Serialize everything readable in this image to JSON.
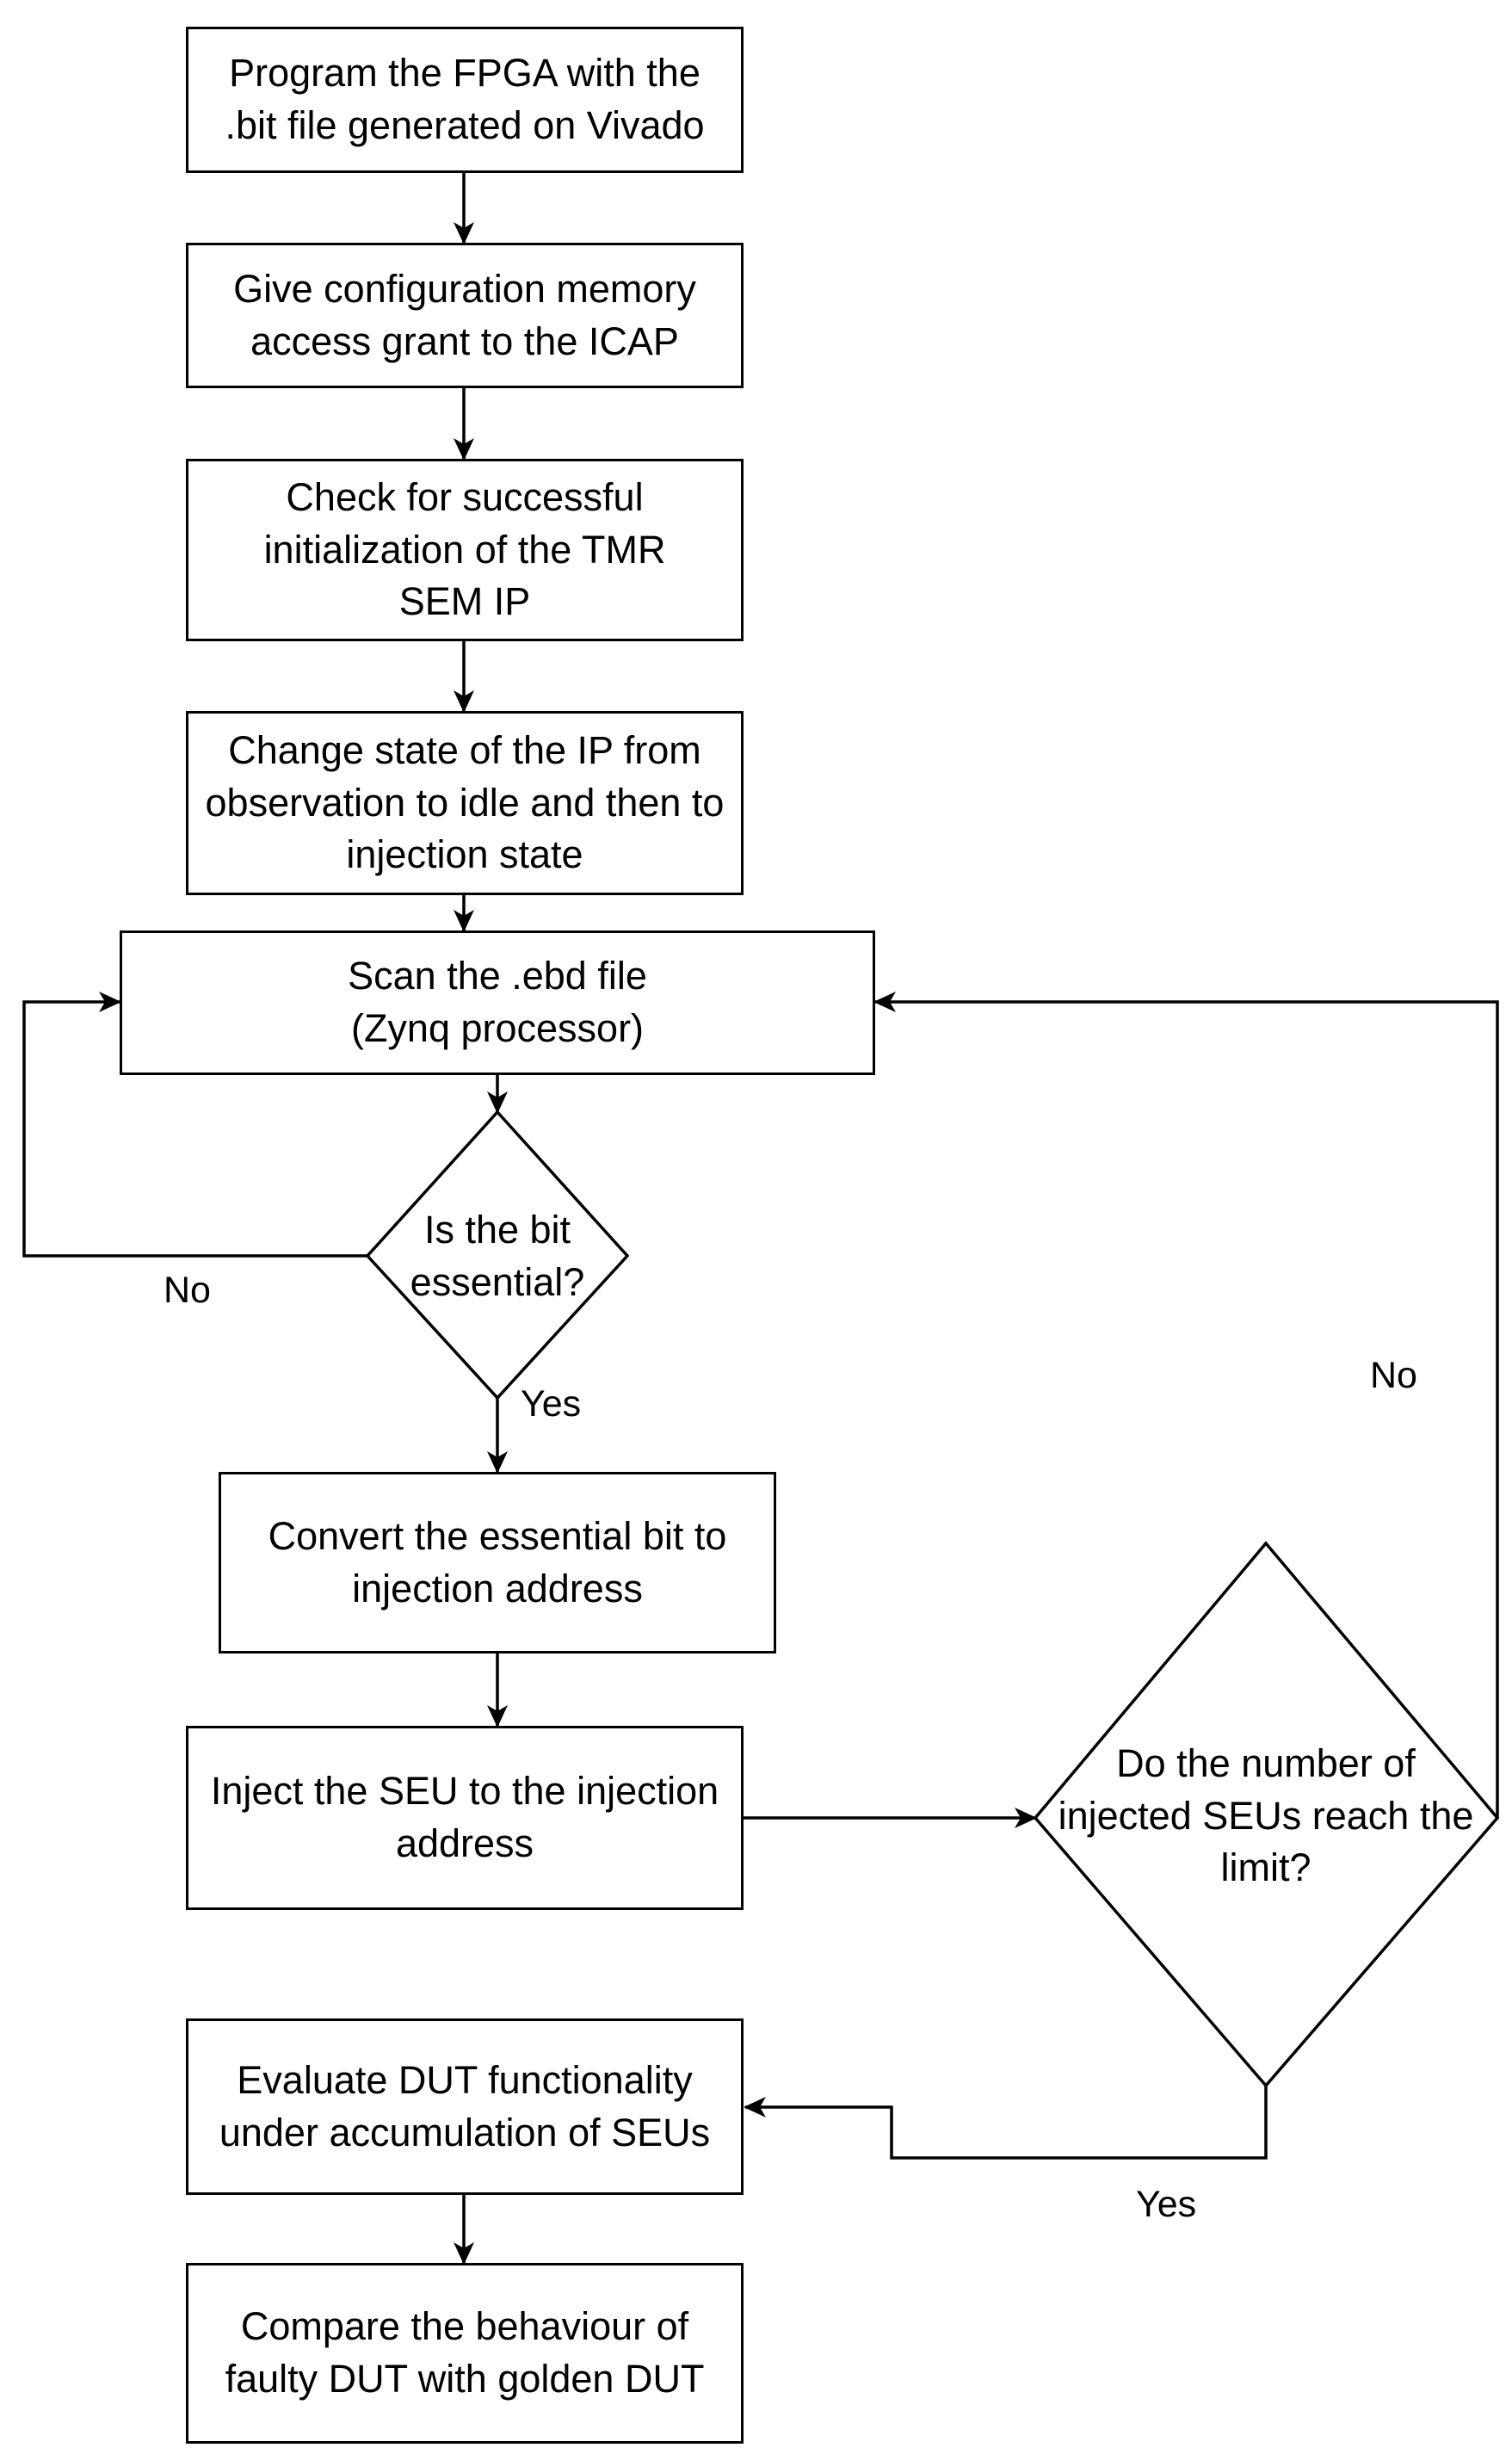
{
  "steps": {
    "program": "Program the FPGA with the .bit file generated on Vivado",
    "grant": "Give configuration memory access grant to the ICAP",
    "check": "Check for successful initialization of the TMR SEM IP",
    "change_state": "Change state of the IP from observation to idle and then to injection state",
    "scan": "Scan the .ebd file (Zynq processor)",
    "convert": "Convert the essential bit to injection address",
    "inject": "Inject the SEU to the injection address",
    "evaluate": "Evaluate DUT functionality under accumulation of SEUs",
    "compare": "Compare the behaviour of faulty DUT with golden DUT"
  },
  "decisions": {
    "essential": "Is the bit essential?",
    "limit": "Do the number of injected SEUs reach the limit?"
  },
  "edge_labels": {
    "essential_no": "No",
    "essential_yes": "Yes",
    "limit_no": "No",
    "limit_yes": "Yes"
  },
  "colors": {
    "stroke": "#000000",
    "fill": "#ffffff",
    "text": "#000000"
  }
}
